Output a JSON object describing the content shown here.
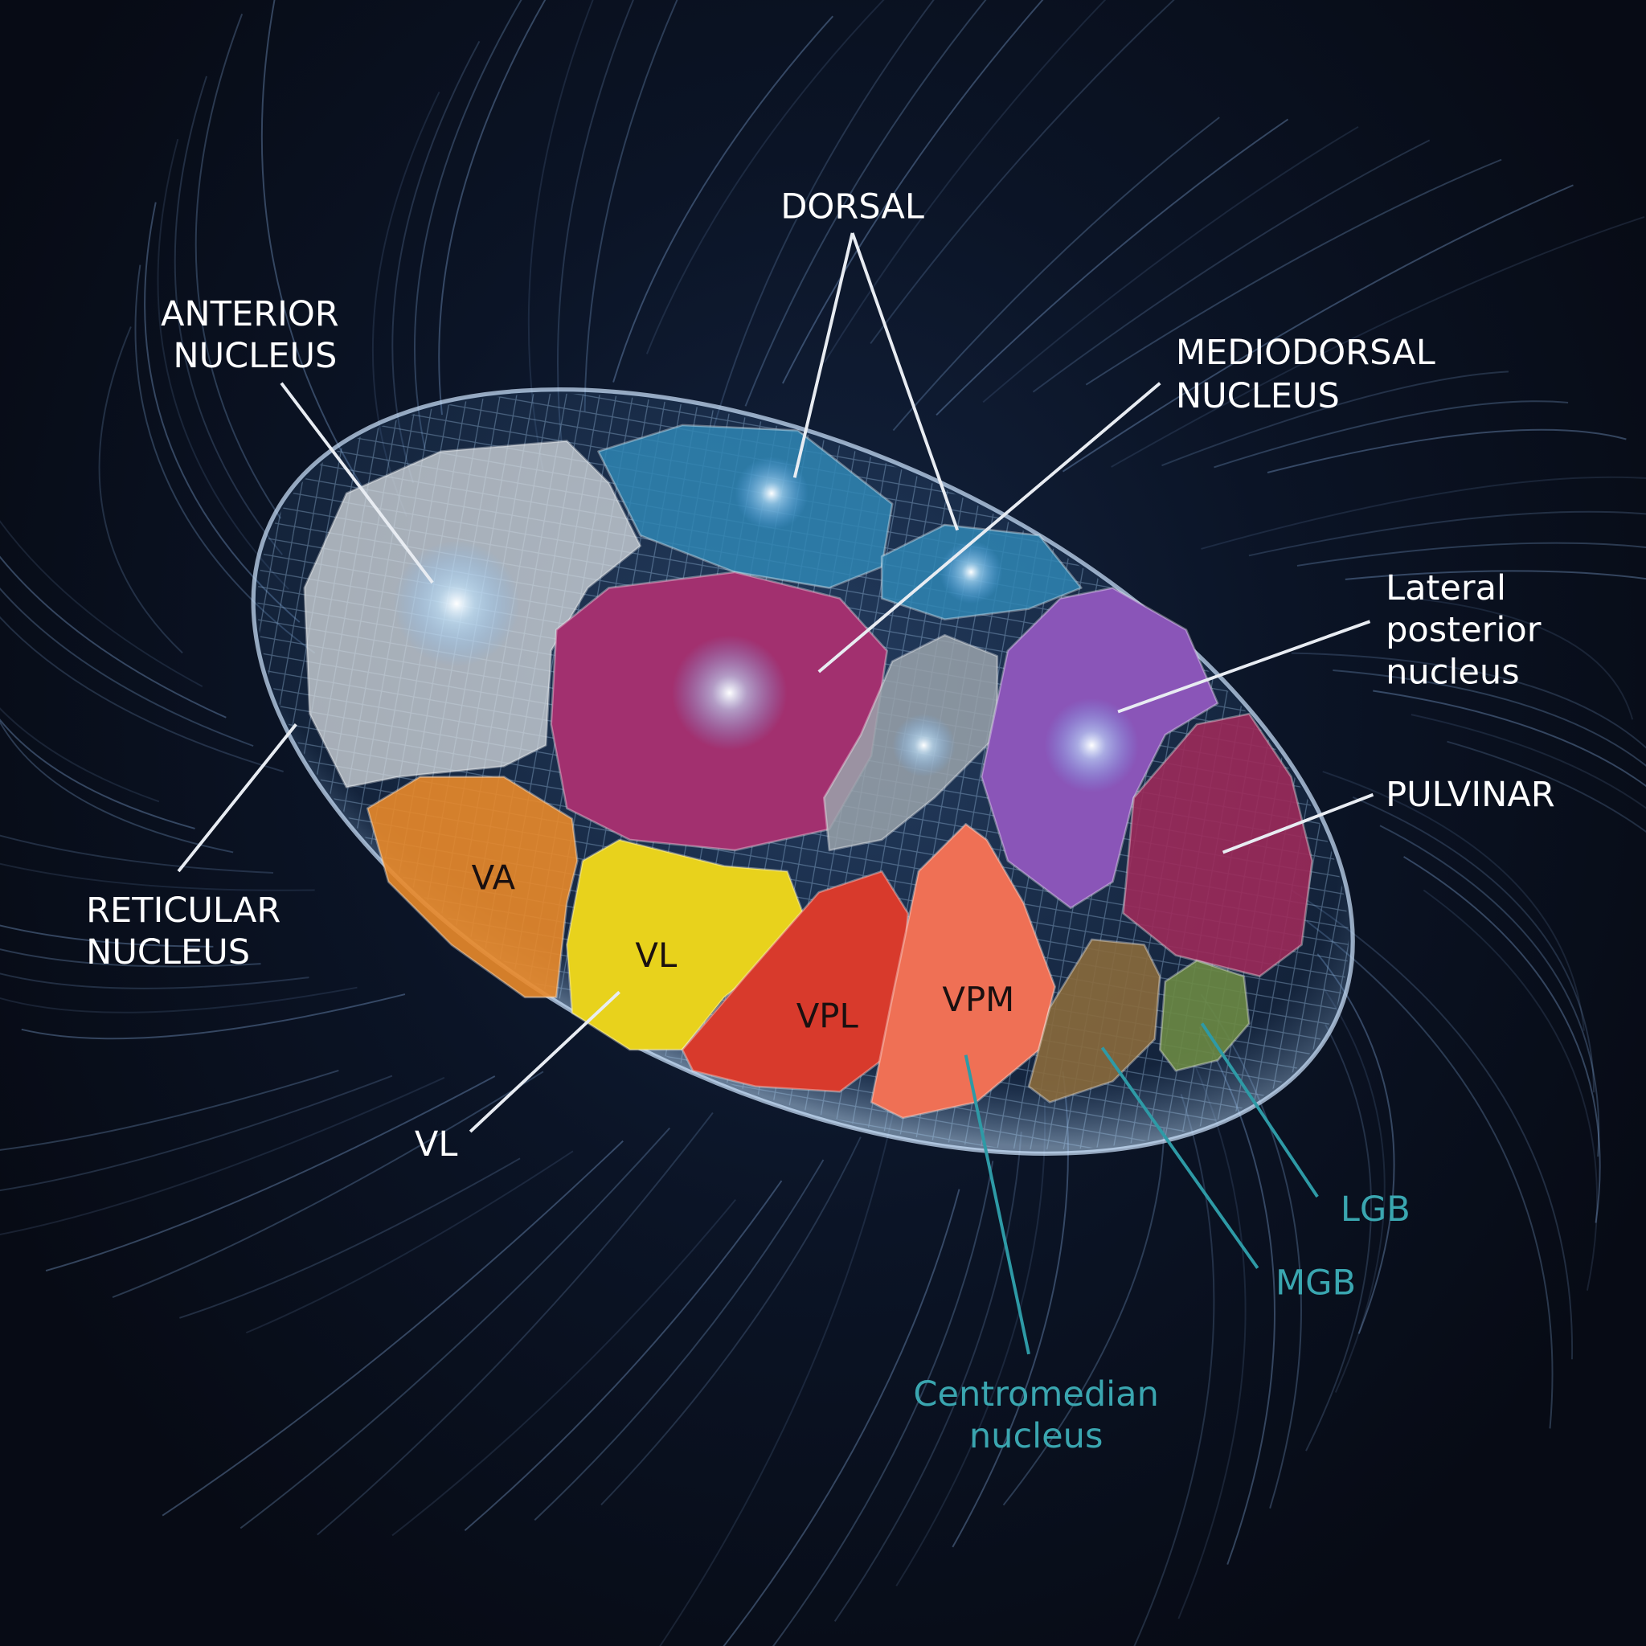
{
  "labels": {
    "dorsal": "DORSAL",
    "anterior": [
      "ANTERIOR",
      "NUCLEUS"
    ],
    "mediodorsal": [
      "MEDIODORSAL",
      "NUCLEUS"
    ],
    "lateral_posterior": [
      "Lateral",
      "posterior",
      "nucleus"
    ],
    "pulvinar": "PULVINAR",
    "reticular": [
      "RETICULAR",
      "NUCLEUS"
    ],
    "vl_outer": "VL",
    "va": "VA",
    "vl": "VL",
    "vpl": "VPL",
    "vpm": "VPM",
    "lgb": "LGB",
    "mgb": "MGB",
    "centromedian": [
      "Centromedian",
      "nucleus"
    ]
  },
  "colors": {
    "background": "#0a0f1c",
    "anterior": "#d8dde2",
    "dorsal": "#2f86b4",
    "mediodorsal": "#a2306f",
    "central_gray": "#9aa3ab",
    "lateral_posterior": "#8a55b8",
    "pulvinar": "#9c2a5a",
    "va": "#e98a2a",
    "vl": "#e8d21c",
    "vpl": "#d83a2c",
    "vpm": "#ef7055",
    "mgb": "#8a6a3c",
    "lgb": "#6b8a44",
    "teal_label": "#3aa6b0"
  }
}
